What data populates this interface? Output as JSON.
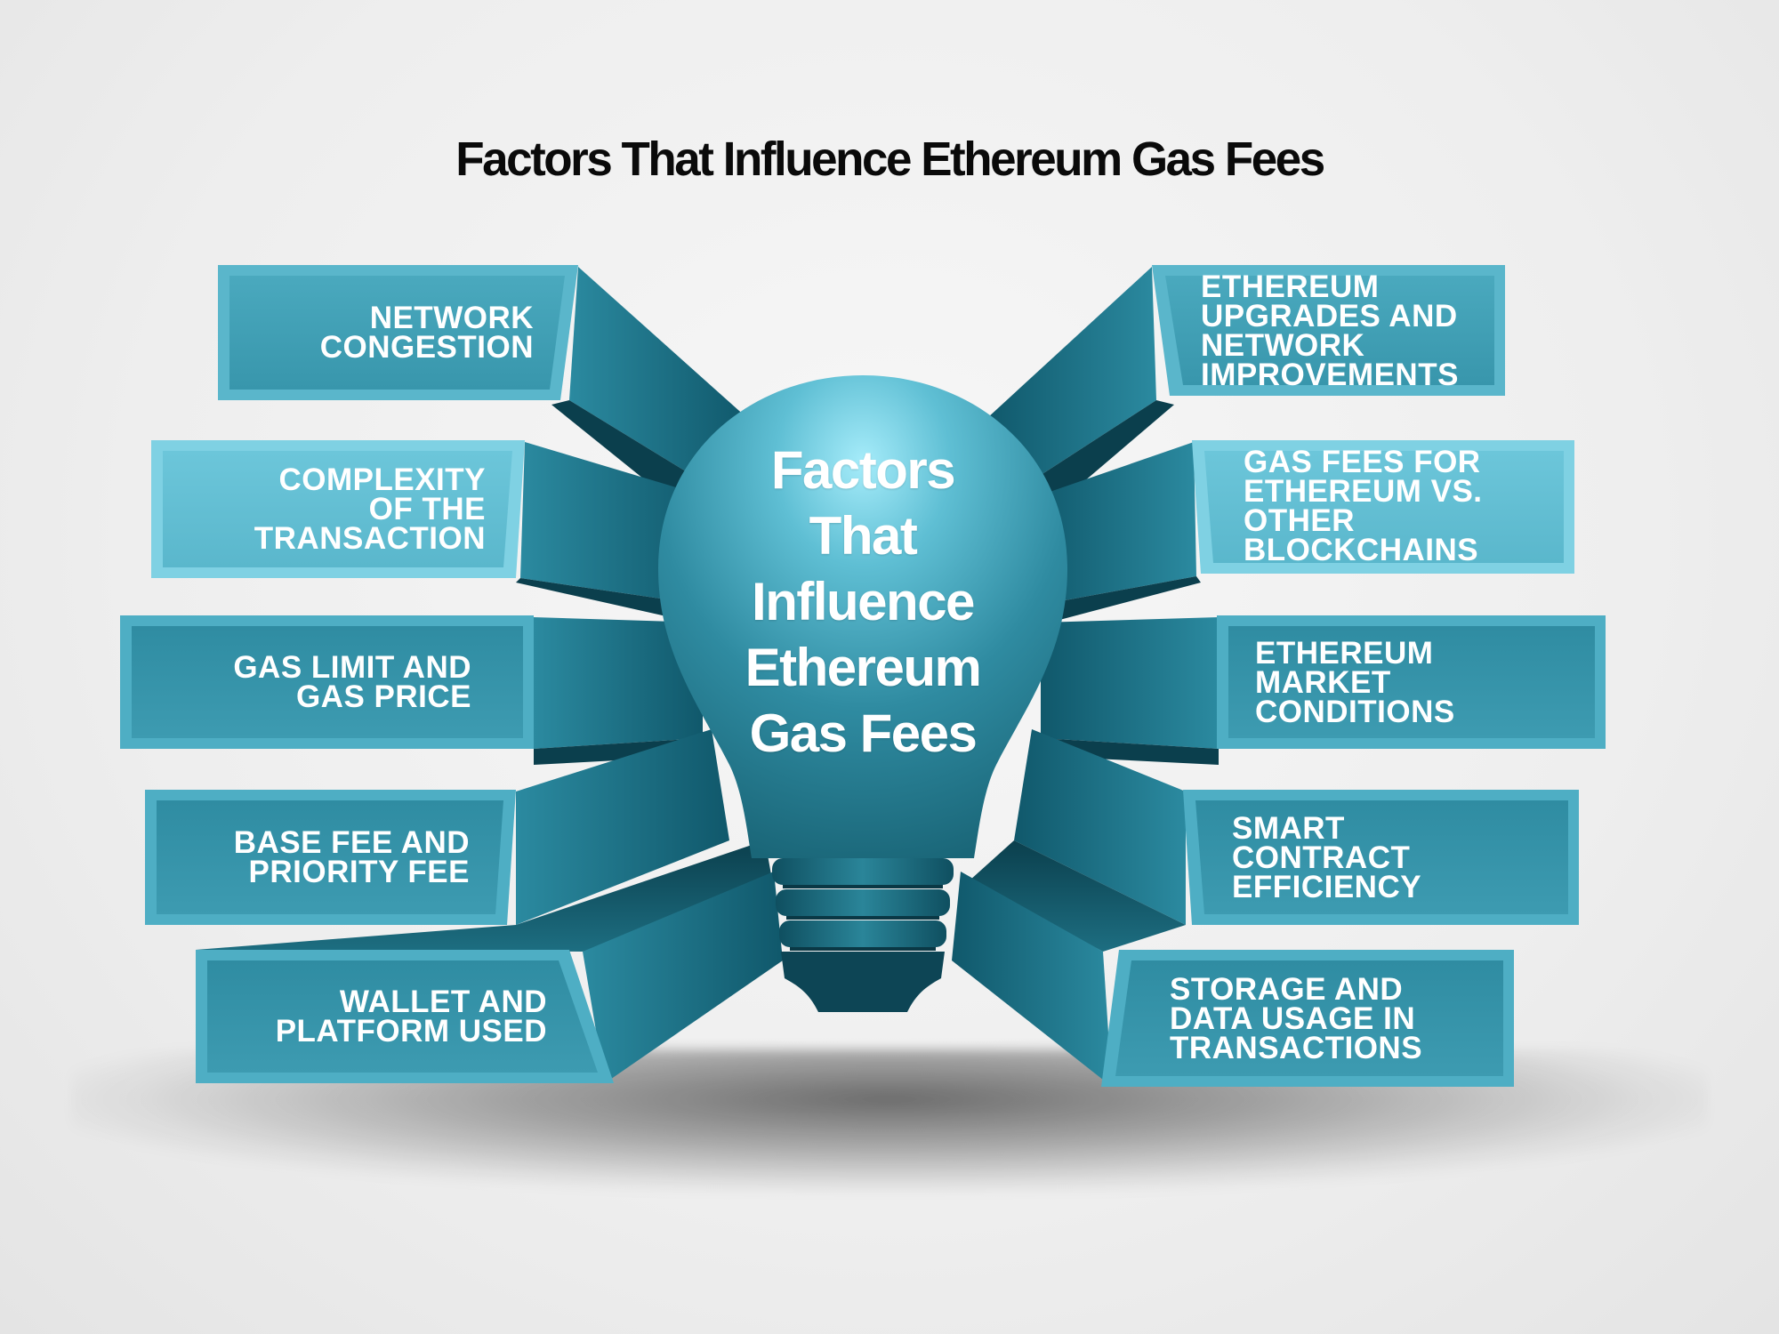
{
  "header": {
    "title": "Factors That Influence Ethereum Gas Fees"
  },
  "center": {
    "icon": "lightbulb-icon",
    "label": "Factors\nThat\nInfluence\nEthereum\nGas Fees"
  },
  "factors": {
    "left": [
      {
        "label": "NETWORK\nCONGESTION"
      },
      {
        "label": "COMPLEXITY\nOF THE\nTRANSACTION"
      },
      {
        "label": "GAS LIMIT AND\nGAS PRICE"
      },
      {
        "label": "BASE FEE AND\nPRIORITY FEE"
      },
      {
        "label": "WALLET AND\nPLATFORM USED"
      }
    ],
    "right": [
      {
        "label": "ETHEREUM\nUPGRADES AND\nNETWORK\nIMPROVEMENTS"
      },
      {
        "label": "GAS FEES FOR\nETHEREUM VS.\nOTHER\nBLOCKCHAINS"
      },
      {
        "label": "ETHEREUM\nMARKET\nCONDITIONS"
      },
      {
        "label": "SMART\nCONTRACT\nEFFICIENCY"
      },
      {
        "label": "STORAGE AND\nDATA USAGE IN\nTRANSACTIONS"
      }
    ]
  },
  "colors": {
    "panel_face": "#3f9fb5",
    "panel_face_light": "#6cc6da",
    "panel_rim": "#5ab6cb",
    "panel_side": "#1e6f82",
    "panel_side_dark": "#0d4a5a",
    "bulb_light": "#8ee0f2",
    "bulb_mid": "#3a9db3",
    "bulb_dark": "#1a6275",
    "title_text": "#0a0a0a",
    "label_text": "#ffffff"
  }
}
